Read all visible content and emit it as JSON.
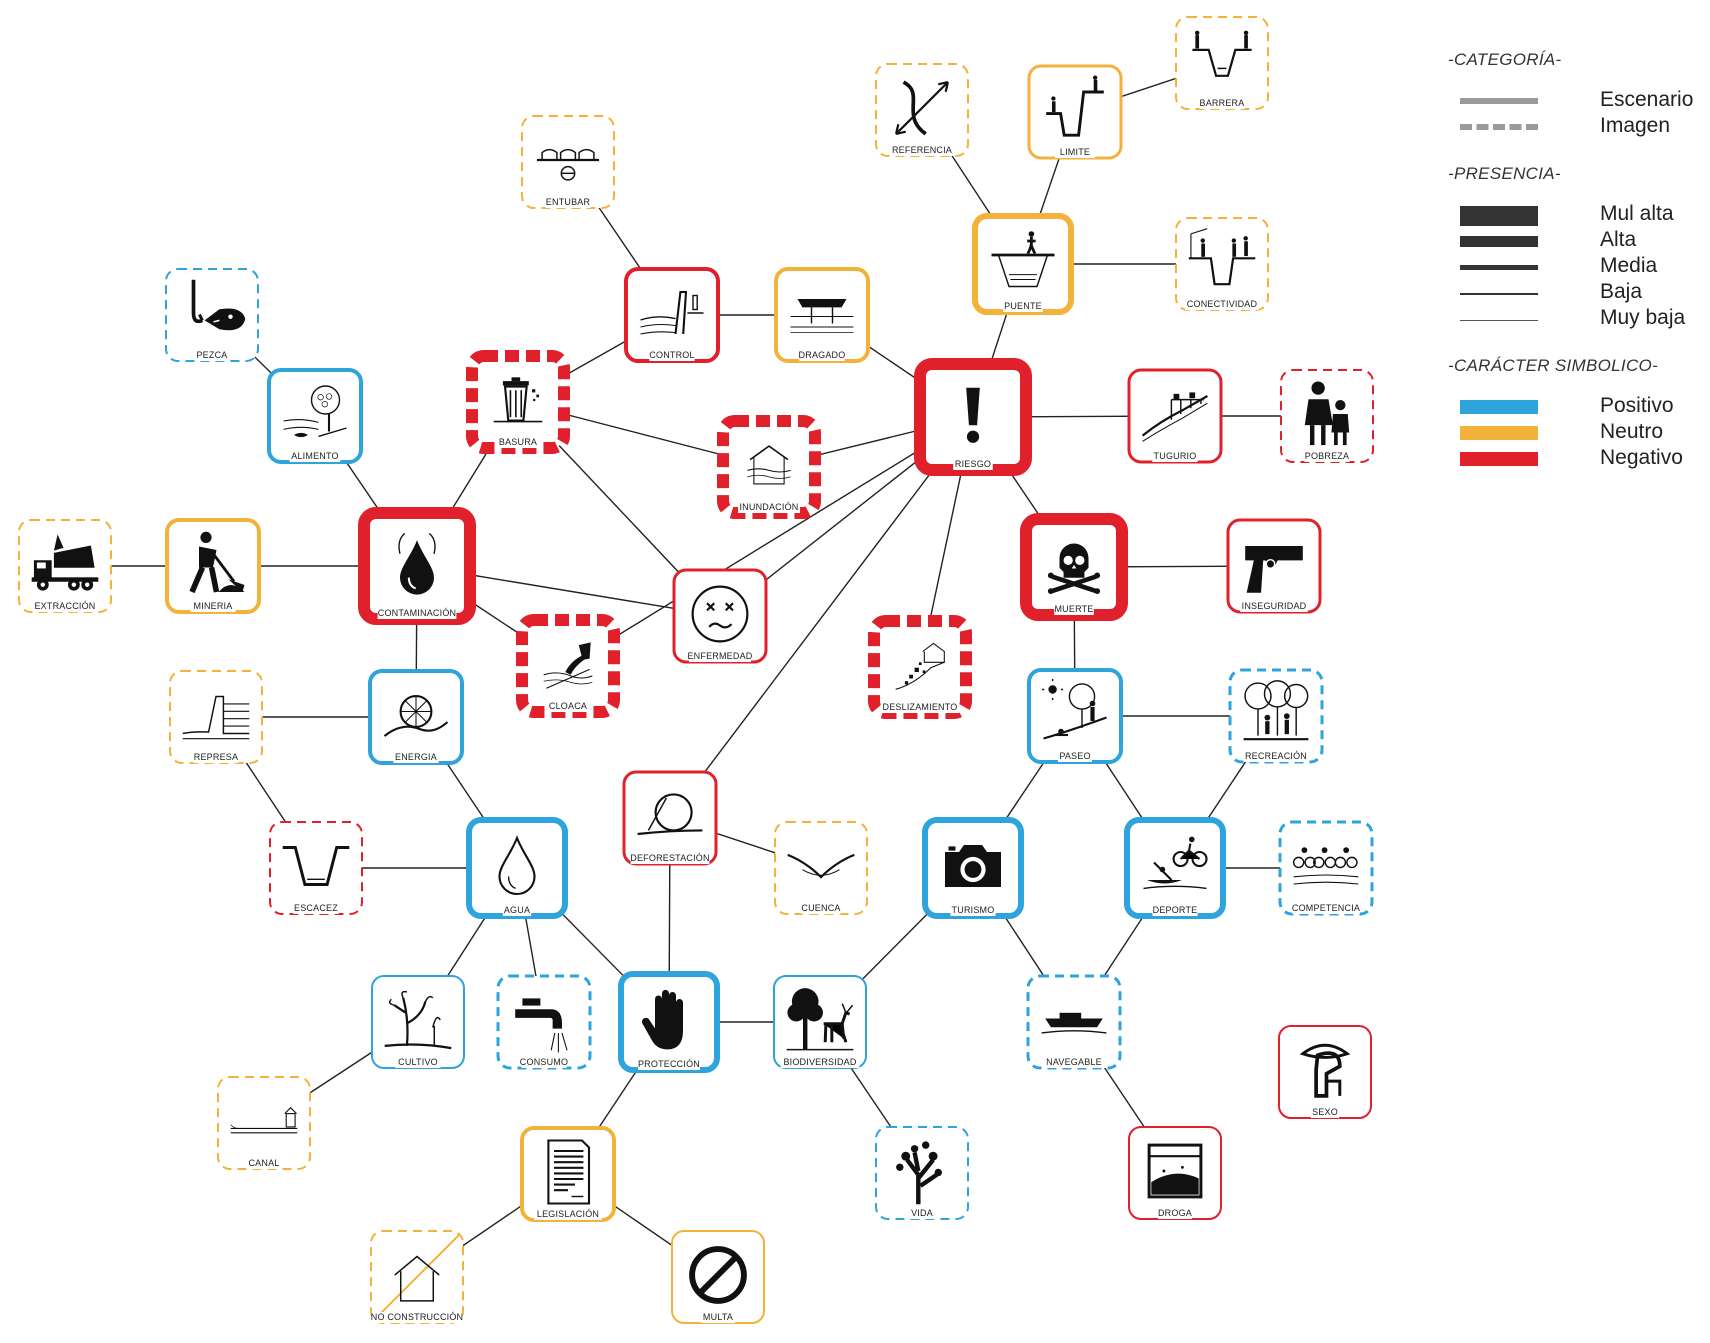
{
  "colors": {
    "positive": "#2FA3DB",
    "neutral": "#F3B23A",
    "negative": "#E0202B",
    "line": "#222222"
  },
  "legend": {
    "category": {
      "title": "-CATEGORÍA-",
      "items": [
        {
          "label": "Escenario",
          "style": "solid"
        },
        {
          "label": "Imagen",
          "style": "dashed"
        }
      ]
    },
    "presence": {
      "title": "-PRESENCIA-",
      "items": [
        {
          "label": "Mul alta",
          "level": 5
        },
        {
          "label": "Alta",
          "level": 4
        },
        {
          "label": "Media",
          "level": 3
        },
        {
          "label": "Baja",
          "level": 2
        },
        {
          "label": "Muy baja",
          "level": 1
        }
      ]
    },
    "symbolic": {
      "title": "-CARÁCTER SIMBOLICO-",
      "items": [
        {
          "label": "Positivo",
          "color": "#2FA3DB"
        },
        {
          "label": "Neutro",
          "color": "#F3B23A"
        },
        {
          "label": "Negativo",
          "color": "#E0202B"
        }
      ]
    }
  },
  "nodes": [
    {
      "id": "barrera",
      "label": "BARRERA",
      "character": "neutral",
      "category": "image",
      "presence": 1,
      "icon": "barrier-icon"
    },
    {
      "id": "referencia",
      "label": "REFERENCIA",
      "character": "neutral",
      "category": "image",
      "presence": 1,
      "icon": "arrows-icon"
    },
    {
      "id": "limite",
      "label": "LIMITE",
      "character": "neutral",
      "category": "scenario",
      "presence": 2,
      "icon": "cliff-people-icon"
    },
    {
      "id": "entubar",
      "label": "ENTUBAR",
      "character": "neutral",
      "category": "image",
      "presence": 1,
      "icon": "pipe-icon"
    },
    {
      "id": "puente",
      "label": "PUENTE",
      "character": "neutral",
      "category": "scenario",
      "presence": 4,
      "icon": "bridge-icon"
    },
    {
      "id": "conectividad",
      "label": "CONECTIVIDAD",
      "character": "neutral",
      "category": "image",
      "presence": 1,
      "icon": "connectivity-icon"
    },
    {
      "id": "control",
      "label": "CONTROL",
      "character": "negative",
      "category": "scenario",
      "presence": 3,
      "icon": "wall-person-icon"
    },
    {
      "id": "dragado",
      "label": "DRAGADO",
      "character": "neutral",
      "category": "scenario",
      "presence": 3,
      "icon": "dredge-icon"
    },
    {
      "id": "pezca",
      "label": "PEZCA",
      "character": "positive",
      "category": "image",
      "presence": 1,
      "icon": "fish-hook-icon"
    },
    {
      "id": "alimento",
      "label": "ALIMENTO",
      "character": "positive",
      "category": "scenario",
      "presence": 3,
      "icon": "tree-fish-icon"
    },
    {
      "id": "basura",
      "label": "BASURA",
      "character": "negative",
      "category": "image",
      "presence": 5,
      "icon": "trash-icon"
    },
    {
      "id": "inundacion",
      "label": "INUNDACIÓN",
      "character": "negative",
      "category": "image",
      "presence": 5,
      "icon": "flooded-house-icon"
    },
    {
      "id": "riesgo",
      "label": "RIESGO",
      "character": "negative",
      "category": "scenario",
      "presence": 5,
      "icon": "exclamation-icon"
    },
    {
      "id": "tugurio",
      "label": "TUGURIO",
      "character": "negative",
      "category": "scenario",
      "presence": 2,
      "icon": "stilt-house-icon"
    },
    {
      "id": "pobreza",
      "label": "POBREZA",
      "character": "negative",
      "category": "image",
      "presence": 1,
      "icon": "family-icon"
    },
    {
      "id": "extraccion",
      "label": "EXTRACCIÓN",
      "character": "neutral",
      "category": "image",
      "presence": 1,
      "icon": "dump-truck-icon"
    },
    {
      "id": "mineria",
      "label": "MINERIA",
      "character": "neutral",
      "category": "scenario",
      "presence": 3,
      "icon": "digging-man-icon"
    },
    {
      "id": "contaminacion",
      "label": "CONTAMINACIÓN",
      "character": "negative",
      "category": "scenario",
      "presence": 5,
      "icon": "oil-drop-icon"
    },
    {
      "id": "muerte",
      "label": "MUERTE",
      "character": "negative",
      "category": "scenario",
      "presence": 5,
      "icon": "skull-icon"
    },
    {
      "id": "inseguridad",
      "label": "INSEGURIDAD",
      "character": "negative",
      "category": "scenario",
      "presence": 2,
      "icon": "gun-icon"
    },
    {
      "id": "enfermedad",
      "label": "ENFERMEDAD",
      "character": "negative",
      "category": "scenario",
      "presence": 2,
      "icon": "sick-face-icon"
    },
    {
      "id": "cloaca",
      "label": "CLOACA",
      "character": "negative",
      "category": "image",
      "presence": 5,
      "icon": "sewage-pipe-icon"
    },
    {
      "id": "deslizamiento",
      "label": "DESLIZAMIENTO",
      "character": "negative",
      "category": "image",
      "presence": 5,
      "icon": "landslide-icon"
    },
    {
      "id": "represa",
      "label": "REPRESA",
      "character": "neutral",
      "category": "image",
      "presence": 1,
      "icon": "dam-icon"
    },
    {
      "id": "energia",
      "label": "ENERGIA",
      "character": "positive",
      "category": "scenario",
      "presence": 3,
      "icon": "waterwheel-icon"
    },
    {
      "id": "paseo",
      "label": "PASEO",
      "character": "positive",
      "category": "scenario",
      "presence": 3,
      "icon": "walk-park-icon"
    },
    {
      "id": "recreacion",
      "label": "RECREACIÓN",
      "character": "positive",
      "category": "image",
      "presence": 2,
      "icon": "trees-people-icon"
    },
    {
      "id": "deforestacion",
      "label": "DEFORESTACIÓN",
      "character": "negative",
      "category": "scenario",
      "presence": 2,
      "icon": "log-icon"
    },
    {
      "id": "escacez",
      "label": "ESCACEZ",
      "character": "negative",
      "category": "image",
      "presence": 1,
      "icon": "dry-channel-icon"
    },
    {
      "id": "agua",
      "label": "AGUA",
      "character": "positive",
      "category": "scenario",
      "presence": 4,
      "icon": "water-drop-icon"
    },
    {
      "id": "cuenca",
      "label": "CUENCA",
      "character": "neutral",
      "category": "image",
      "presence": 1,
      "icon": "basin-icon"
    },
    {
      "id": "turismo",
      "label": "TURISMO",
      "character": "positive",
      "category": "scenario",
      "presence": 4,
      "icon": "camera-icon"
    },
    {
      "id": "deporte",
      "label": "DEPORTE",
      "character": "positive",
      "category": "scenario",
      "presence": 4,
      "icon": "kayak-bike-icon"
    },
    {
      "id": "competencia",
      "label": "COMPETENCIA",
      "character": "positive",
      "category": "image",
      "presence": 2,
      "icon": "cyclists-icon"
    },
    {
      "id": "cultivo",
      "label": "CULTIVO",
      "character": "positive",
      "category": "scenario",
      "presence": 1,
      "icon": "plant-icon"
    },
    {
      "id": "consumo",
      "label": "CONSUMO",
      "character": "positive",
      "category": "image",
      "presence": 2,
      "icon": "faucet-icon"
    },
    {
      "id": "proteccion",
      "label": "PROTECCIÓN",
      "character": "positive",
      "category": "scenario",
      "presence": 4,
      "icon": "hand-stop-icon"
    },
    {
      "id": "biodiversidad",
      "label": "BIODIVERSIDAD",
      "character": "positive",
      "category": "scenario",
      "presence": 1,
      "icon": "tree-deer-icon"
    },
    {
      "id": "navegable",
      "label": "NAVEGABLE",
      "character": "positive",
      "category": "image",
      "presence": 2,
      "icon": "boat-icon"
    },
    {
      "id": "sexo",
      "label": "SEXO",
      "character": "negative",
      "category": "scenario",
      "presence": 1,
      "icon": "lips-icon"
    },
    {
      "id": "canal",
      "label": "CANAL",
      "character": "neutral",
      "category": "image",
      "presence": 1,
      "icon": "canal-icon"
    },
    {
      "id": "legislacion",
      "label": "LEGISLACIÓN",
      "character": "neutral",
      "category": "scenario",
      "presence": 3,
      "icon": "document-icon"
    },
    {
      "id": "vida",
      "label": "VIDA",
      "character": "positive",
      "category": "image",
      "presence": 1,
      "icon": "tree-icon"
    },
    {
      "id": "droga",
      "label": "DROGA",
      "character": "negative",
      "category": "scenario",
      "presence": 1,
      "icon": "powder-icon"
    },
    {
      "id": "no_construccion",
      "label": "NO CONSTRUCCIÓN",
      "character": "neutral",
      "category": "image",
      "presence": 1,
      "icon": "no-house-icon"
    },
    {
      "id": "multa",
      "label": "MULTA",
      "character": "neutral",
      "category": "scenario",
      "presence": 1,
      "icon": "prohibited-icon"
    }
  ],
  "edges": [
    [
      "limite",
      "barrera"
    ],
    [
      "referencia",
      "puente"
    ],
    [
      "limite",
      "puente"
    ],
    [
      "puente",
      "conectividad"
    ],
    [
      "puente",
      "riesgo"
    ],
    [
      "entubar",
      "control"
    ],
    [
      "control",
      "dragado"
    ],
    [
      "control",
      "basura"
    ],
    [
      "dragado",
      "riesgo"
    ],
    [
      "pezca",
      "alimento"
    ],
    [
      "alimento",
      "contaminacion"
    ],
    [
      "basura",
      "contaminacion"
    ],
    [
      "basura",
      "inundacion"
    ],
    [
      "basura",
      "enfermedad"
    ],
    [
      "inundacion",
      "riesgo"
    ],
    [
      "riesgo",
      "tugurio"
    ],
    [
      "tugurio",
      "pobreza"
    ],
    [
      "riesgo",
      "enfermedad"
    ],
    [
      "riesgo",
      "cloaca"
    ],
    [
      "riesgo",
      "deslizamiento"
    ],
    [
      "riesgo",
      "muerte"
    ],
    [
      "riesgo",
      "deforestacion"
    ],
    [
      "extraccion",
      "mineria"
    ],
    [
      "mineria",
      "contaminacion"
    ],
    [
      "contaminacion",
      "enfermedad"
    ],
    [
      "contaminacion",
      "cloaca"
    ],
    [
      "contaminacion",
      "energia"
    ],
    [
      "muerte",
      "inseguridad"
    ],
    [
      "muerte",
      "paseo"
    ],
    [
      "represa",
      "energia"
    ],
    [
      "energia",
      "agua"
    ],
    [
      "paseo",
      "recreacion"
    ],
    [
      "paseo",
      "turismo"
    ],
    [
      "paseo",
      "deporte"
    ],
    [
      "deforestacion",
      "cuenca"
    ],
    [
      "deforestacion",
      "proteccion"
    ],
    [
      "escacez",
      "represa"
    ],
    [
      "escacez",
      "agua"
    ],
    [
      "agua",
      "cultivo"
    ],
    [
      "agua",
      "consumo"
    ],
    [
      "agua",
      "proteccion"
    ],
    [
      "turismo",
      "biodiversidad"
    ],
    [
      "turismo",
      "navegable"
    ],
    [
      "deporte",
      "competencia"
    ],
    [
      "deporte",
      "navegable"
    ],
    [
      "recreacion",
      "deporte"
    ],
    [
      "cultivo",
      "canal"
    ],
    [
      "proteccion",
      "biodiversidad"
    ],
    [
      "proteccion",
      "legislacion"
    ],
    [
      "biodiversidad",
      "vida"
    ],
    [
      "navegable",
      "droga"
    ],
    [
      "legislacion",
      "no_construccion"
    ],
    [
      "legislacion",
      "multa"
    ]
  ]
}
